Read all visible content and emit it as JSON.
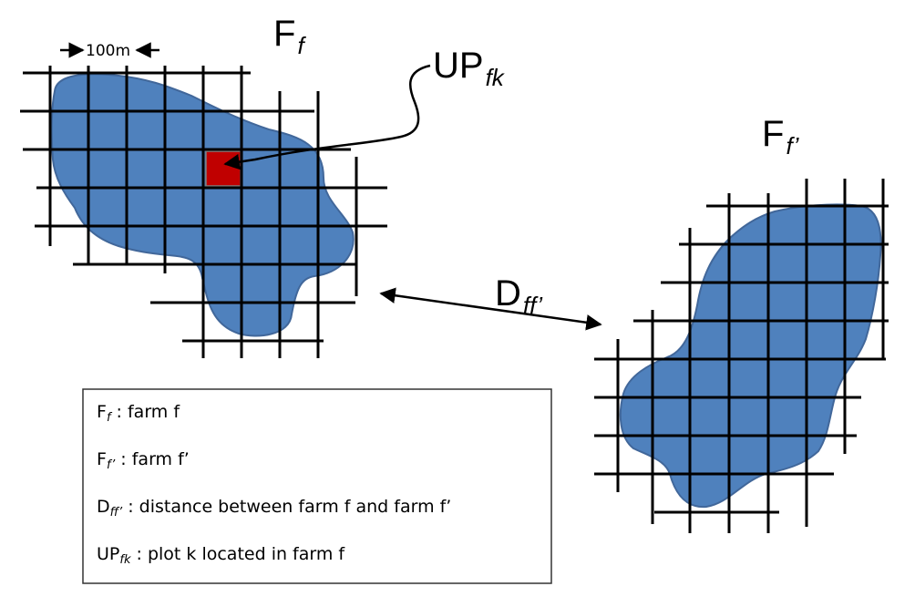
{
  "colors": {
    "farm_fill": "#4f81bd",
    "farm_stroke": "#41679a",
    "plot_fill": "#c00000",
    "grid": "#000000"
  },
  "labels": {
    "scale": "100m",
    "farm_f": {
      "main": "F",
      "sub": "f"
    },
    "farm_f2": {
      "main": "F",
      "sub": "f’"
    },
    "distance": {
      "main": "D",
      "sub": "ff’"
    },
    "plot": {
      "main": "UP",
      "sub": "fk"
    }
  },
  "legend": {
    "items": [
      {
        "sym": "F",
        "sub": "f",
        "text": " : farm f"
      },
      {
        "sym": "F",
        "sub": "f’",
        "text": " : farm f’"
      },
      {
        "sym": "D",
        "sub": "ff’",
        "text": " : distance between farm f and farm f’"
      },
      {
        "sym": "UP",
        "sub": "fk",
        "text": " : plot k located in farm f"
      }
    ]
  }
}
